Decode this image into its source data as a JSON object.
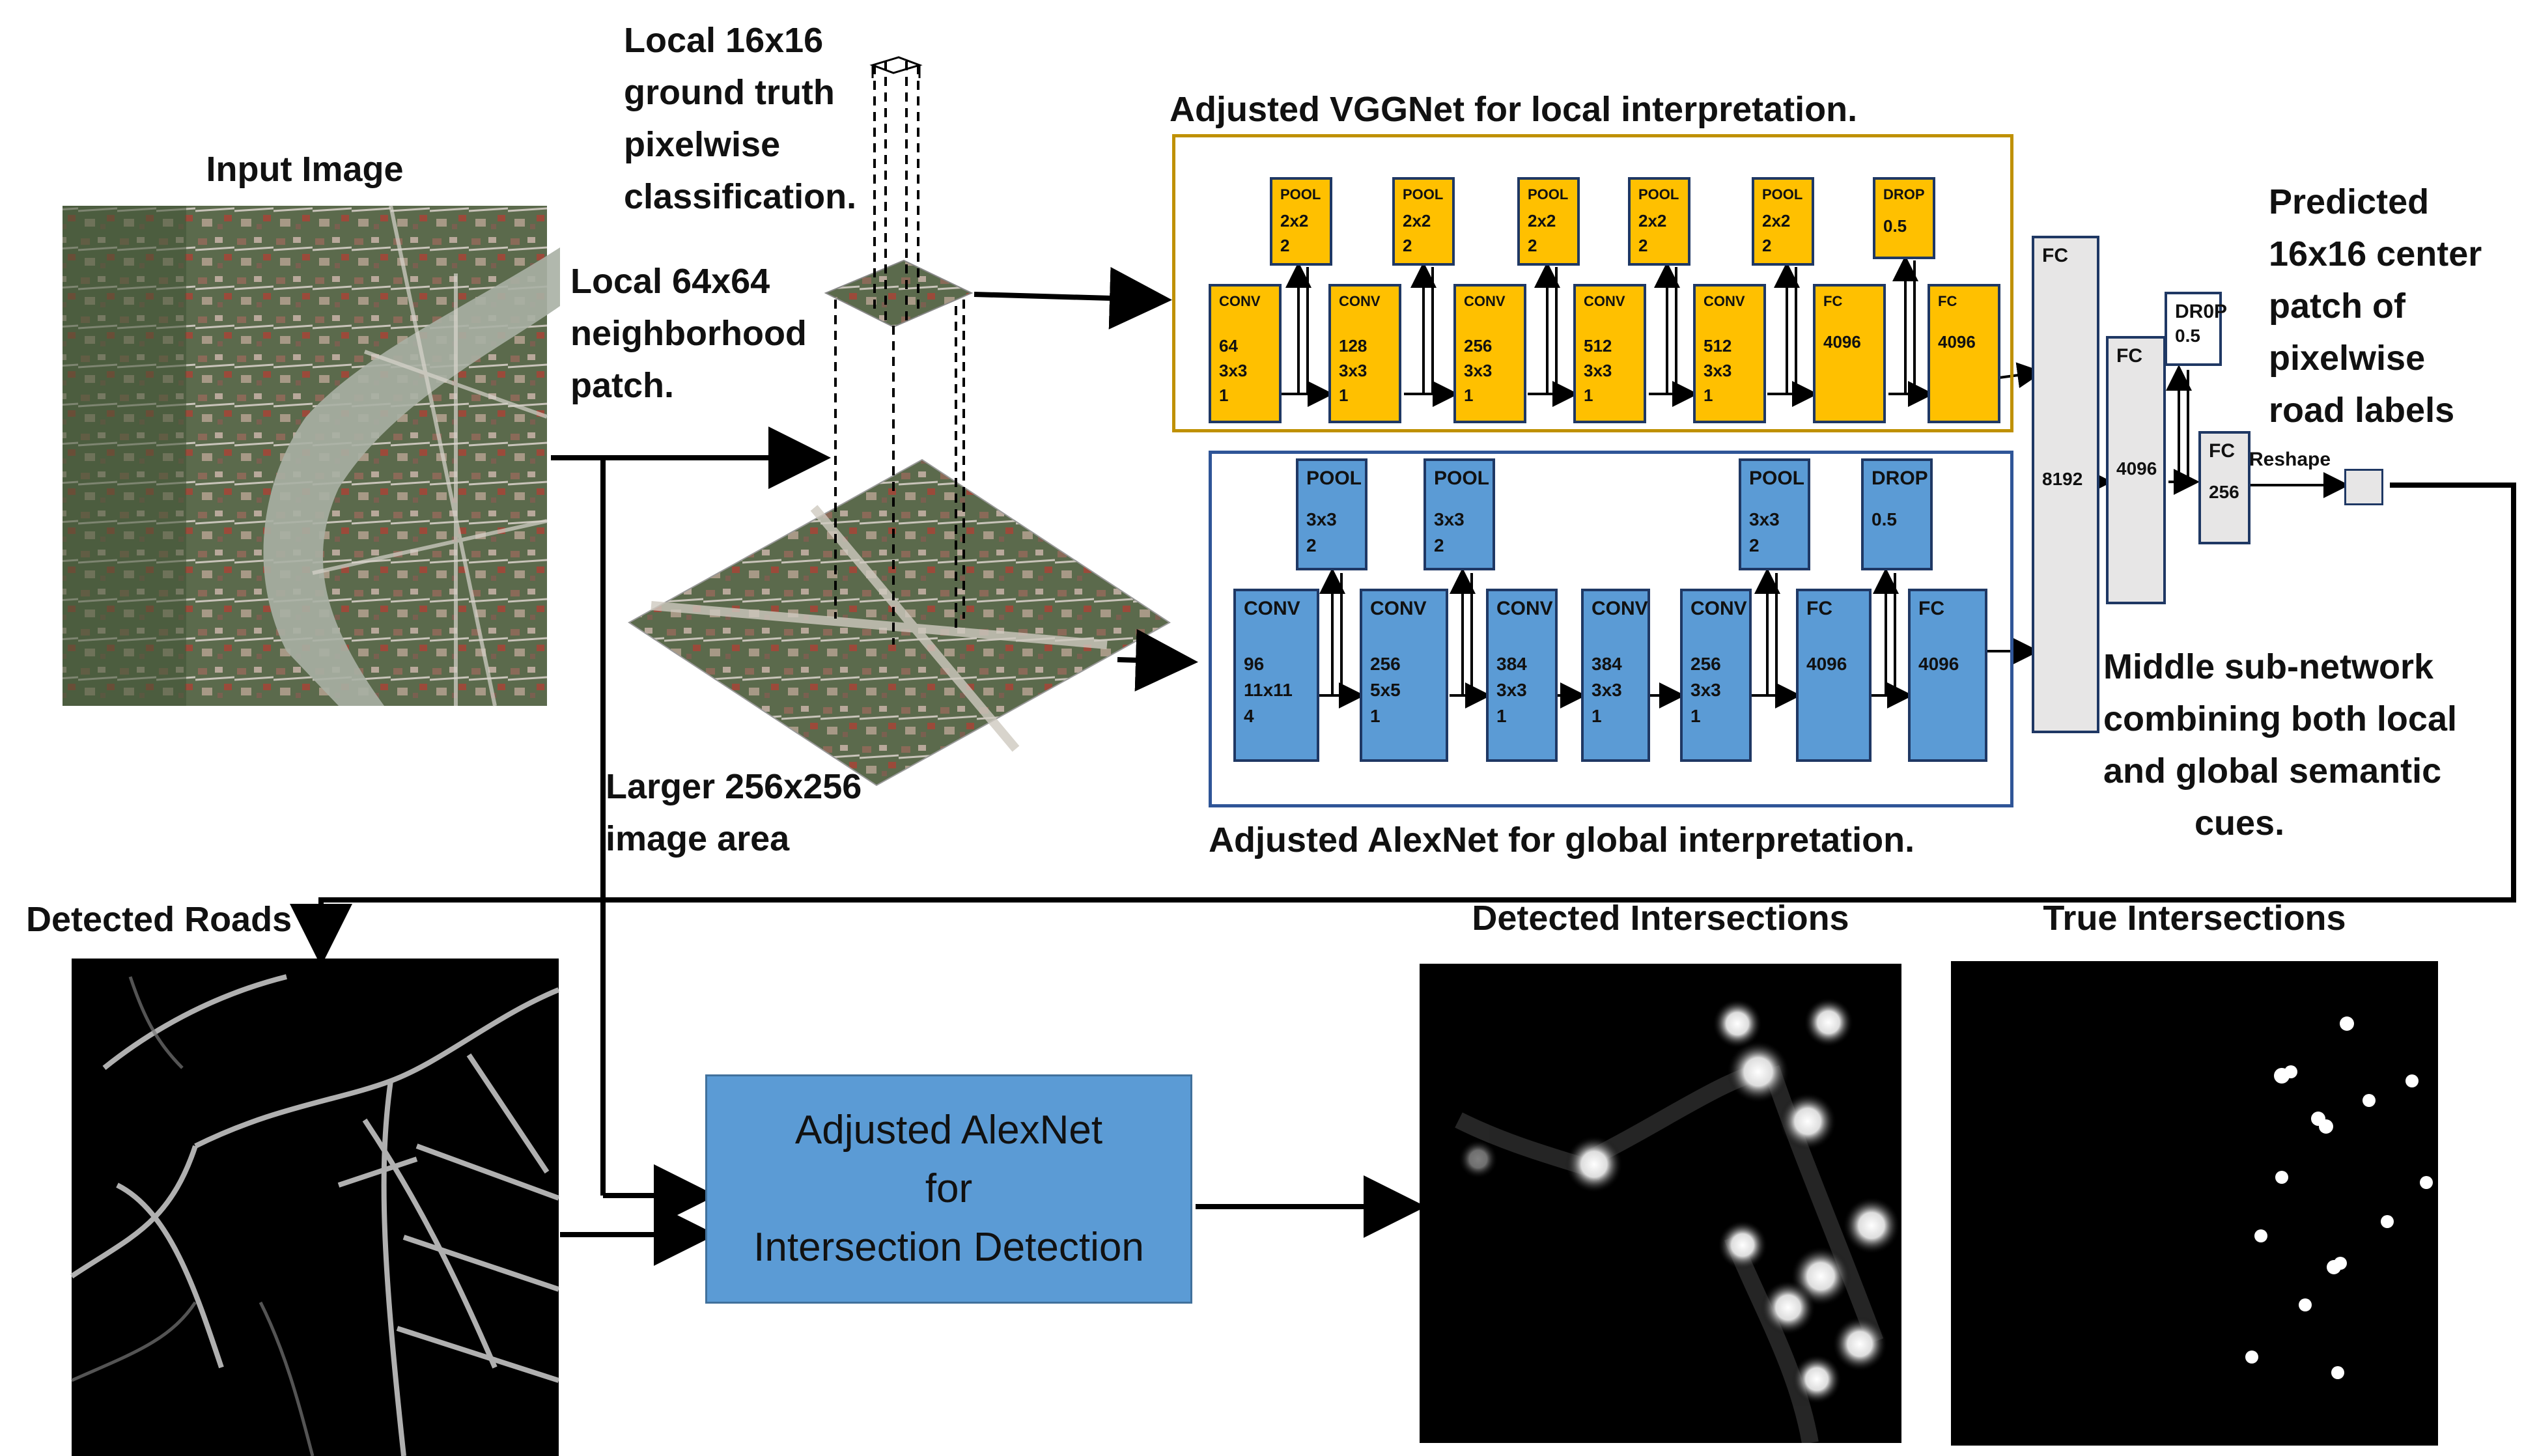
{
  "labels": {
    "input_image": "Input Image",
    "ground_truth": [
      "Local 16x16",
      "ground truth",
      "pixelwise",
      "classification."
    ],
    "neighborhood": [
      "Local 64x64",
      "neighborhood",
      "patch."
    ],
    "larger_area": [
      "Larger 256x256",
      "image area"
    ],
    "vgg_title": "Adjusted VGGNet for local interpretation.",
    "alex_title": "Adjusted AlexNet for global interpretation.",
    "predicted": [
      "Predicted",
      "16x16 center",
      "patch of",
      "pixelwise",
      "road labels"
    ],
    "middle": [
      "Middle sub-network",
      "combining both local",
      "and global semantic",
      "cues."
    ],
    "detected_roads": "Detected Roads",
    "detected_intersections": "Detected Intersections",
    "true_intersections": "True Intersections",
    "reshape": "Reshape"
  },
  "intersection_box": [
    "Adjusted AlexNet",
    "for",
    "Intersection Detection"
  ],
  "vgg_layers": [
    {
      "type": "CONV",
      "params": [
        "64",
        "3x3",
        "1"
      ]
    },
    {
      "type": "POOL",
      "params": [
        "2x2",
        "2"
      ]
    },
    {
      "type": "CONV",
      "params": [
        "128",
        "3x3",
        "1"
      ]
    },
    {
      "type": "POOL",
      "params": [
        "2x2",
        "2"
      ]
    },
    {
      "type": "CONV",
      "params": [
        "256",
        "3x3",
        "1"
      ]
    },
    {
      "type": "POOL",
      "params": [
        "2x2",
        "2"
      ]
    },
    {
      "type": "CONV",
      "params": [
        "512",
        "3x3",
        "1"
      ]
    },
    {
      "type": "POOL",
      "params": [
        "2x2",
        "2"
      ]
    },
    {
      "type": "CONV",
      "params": [
        "512",
        "3x3",
        "1"
      ]
    },
    {
      "type": "POOL",
      "params": [
        "2x2",
        "2"
      ]
    },
    {
      "type": "FC",
      "params": [
        "4096"
      ]
    },
    {
      "type": "DROP",
      "params": [
        "0.5"
      ]
    },
    {
      "type": "FC",
      "params": [
        "4096"
      ]
    }
  ],
  "alex_layers": [
    {
      "type": "CONV",
      "params": [
        "96",
        "11x11",
        "4"
      ]
    },
    {
      "type": "POOL",
      "params": [
        "3x3",
        "2"
      ]
    },
    {
      "type": "CONV",
      "params": [
        "256",
        "5x5",
        "1"
      ]
    },
    {
      "type": "POOL",
      "params": [
        "3x3",
        "2"
      ]
    },
    {
      "type": "CONV",
      "params": [
        "384",
        "3x3",
        "1"
      ]
    },
    {
      "type": "CONV",
      "params": [
        "384",
        "3x3",
        "1"
      ]
    },
    {
      "type": "CONV",
      "params": [
        "256",
        "3x3",
        "1"
      ]
    },
    {
      "type": "POOL",
      "params": [
        "3x3",
        "2"
      ]
    },
    {
      "type": "FC",
      "params": [
        "4096"
      ]
    },
    {
      "type": "DROP",
      "params": [
        "0.5"
      ]
    },
    {
      "type": "FC",
      "params": [
        "4096"
      ]
    }
  ],
  "middle_layers": [
    {
      "type": "FC",
      "params": [
        "8192"
      ]
    },
    {
      "type": "FC",
      "params": [
        "4096"
      ]
    },
    {
      "type": "DR0P",
      "params": [
        "0.5"
      ]
    },
    {
      "type": "FC",
      "params": [
        "256"
      ]
    }
  ],
  "colors": {
    "vgg_layer": "#ffc000",
    "vgg_frame": "#bf9000",
    "alex_layer": "#5b9bd5",
    "alex_frame": "#2f5597",
    "middle_layer": "#e7e6e6",
    "layer_border": "#1f3864"
  }
}
